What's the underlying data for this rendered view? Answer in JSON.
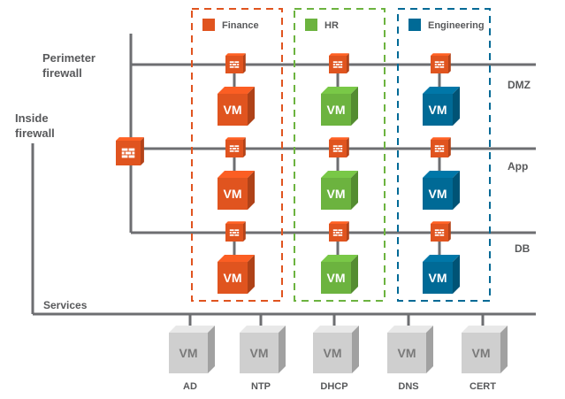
{
  "labels": {
    "perimeter_firewall_line1": "Perimeter",
    "perimeter_firewall_line2": "firewall",
    "inside_firewall_line1": "Inside",
    "inside_firewall_line2": "firewall",
    "services": "Services"
  },
  "tiers": [
    {
      "name": "DMZ"
    },
    {
      "name": "App"
    },
    {
      "name": "DB"
    }
  ],
  "groups": [
    {
      "name": "Finance",
      "color": "#E0541F"
    },
    {
      "name": "HR",
      "color": "#6CB33F"
    },
    {
      "name": "Engineering",
      "color": "#006A96"
    }
  ],
  "vm_label": "VM",
  "services": [
    {
      "name": "AD"
    },
    {
      "name": "NTP"
    },
    {
      "name": "DHCP"
    },
    {
      "name": "DNS"
    },
    {
      "name": "CERT"
    }
  ],
  "colors": {
    "line": "#6D6E71",
    "firewall": "#E0541F",
    "service_vm": "#CFCFCF",
    "text": "#58595B"
  }
}
